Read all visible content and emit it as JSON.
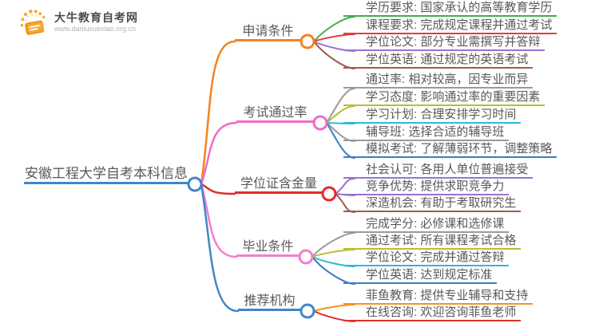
{
  "logo": {
    "name": "大牛教育自考网",
    "url": "www.daniuxuexiao.org.cn",
    "icon": "book-icon",
    "accent_color": "#f59a23"
  },
  "mindmap": {
    "central": {
      "label": "安徽工程大学自考本科信息",
      "color": "#3e86cc"
    },
    "branches": [
      {
        "label": "申请条件",
        "color": "#f5821f",
        "children": [
          {
            "label": "学历要求: 国家承认的高等教育学历",
            "color": "#46ab4a"
          },
          {
            "label": "课程要求: 完成规定课程并通过考试",
            "color": "#e23c3c"
          },
          {
            "label": "学位论文: 部分专业需撰写并答辩",
            "color": "#9873cf"
          },
          {
            "label": "学位英语: 通过规定的英语考试",
            "color": "#a05a52"
          }
        ]
      },
      {
        "label": "考试通过率",
        "color": "#ee6cc8",
        "children": [
          {
            "label": "通过率: 相对较高，因专业而异",
            "color": "#9a9a9a"
          },
          {
            "label": "学习态度: 影响通过率的重要因素",
            "color": "#bcbd2f"
          },
          {
            "label": "学习计划: 合理安排学习时间",
            "color": "#2fb8d8"
          },
          {
            "label": "辅导班: 选择合适的辅导班",
            "color": "#9a9a9a"
          },
          {
            "label": "模拟考试: 了解薄弱环节，调整策略",
            "color": "#3a7cc9"
          }
        ]
      },
      {
        "label": "学位证含金量",
        "color": "#e12b2b",
        "children": [
          {
            "label": "社会认可: 各用人单位普遍接受",
            "color": "#9873cf"
          },
          {
            "label": "竞争优势: 提供求职竞争力",
            "color": "#9873cf"
          },
          {
            "label": "深造机会: 有助于考取研究生",
            "color": "#a05a52"
          }
        ]
      },
      {
        "label": "毕业条件",
        "color": "#f07ece",
        "children": [
          {
            "label": "完成学分: 必修课和选修课",
            "color": "#9a9a9a"
          },
          {
            "label": "通过考试: 所有课程考试合格",
            "color": "#bcbd2f"
          },
          {
            "label": "学位论文: 完成并通过答辩",
            "color": "#2fb8d8"
          },
          {
            "label": "学位英语: 达到规定标准",
            "color": "#3a7cc9"
          }
        ]
      },
      {
        "label": "推荐机构",
        "color": "#4186c9",
        "children": [
          {
            "label": "菲鱼教育: 提供专业辅导和支持",
            "color": "#f5921e"
          },
          {
            "label": "在线咨询: 欢迎咨询菲鱼老师",
            "color": "#e02e2e"
          }
        ]
      }
    ]
  }
}
